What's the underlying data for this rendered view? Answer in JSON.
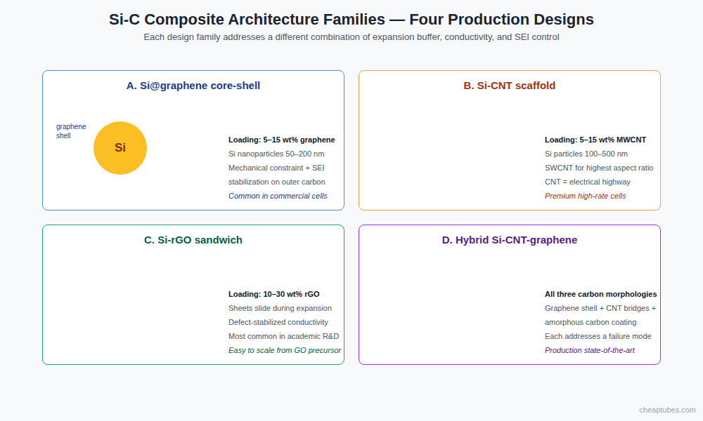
{
  "diagram": {
    "title": "Si-C Composite Architecture Families — Four Production Designs",
    "caption": "Each design family addresses a different combination of expansion buffer, conductivity, and SEI control",
    "nodes": [
      {
        "text": [
          "A. Si@graphene core-shell",
          "Loading: 5–15 wt% graphene",
          "Si nanoparticles 50–200 nm",
          "Mechanical constraint + SEI stabilization on outer carbon",
          "Common in commercial cells"
        ]
      },
      {
        "text": [
          "Si"
        ],
        "in": 0
      },
      {
        "text": [
          "B. Si-CNT scaffold",
          "Loading: 5–15 wt% MWCNT",
          "Si particles 100–500 nm",
          "SWCNT for highest aspect ratio",
          "CNT = electrical highway",
          "Premium high-rate cells"
        ]
      },
      {
        "text": [
          "C. Si-rGO sandwich",
          "Loading: 10–30 wt% rGO",
          "Sheets slide during expansion",
          "Defect-stabilized conductivity",
          "Most common in academic R&D",
          "Easy to scale from GO precursor"
        ]
      },
      {
        "text": [
          "D. Hybrid Si-CNT-graphene",
          "All three carbon morphologies",
          "Graphene shell + CNT bridges + amorphous carbon coating",
          "Each addresses a failure mode",
          "Production state-of-the-art"
        ]
      }
    ],
    "labels": [
      "graphene shell",
      "cheaptubes.com"
    ]
  }
}
